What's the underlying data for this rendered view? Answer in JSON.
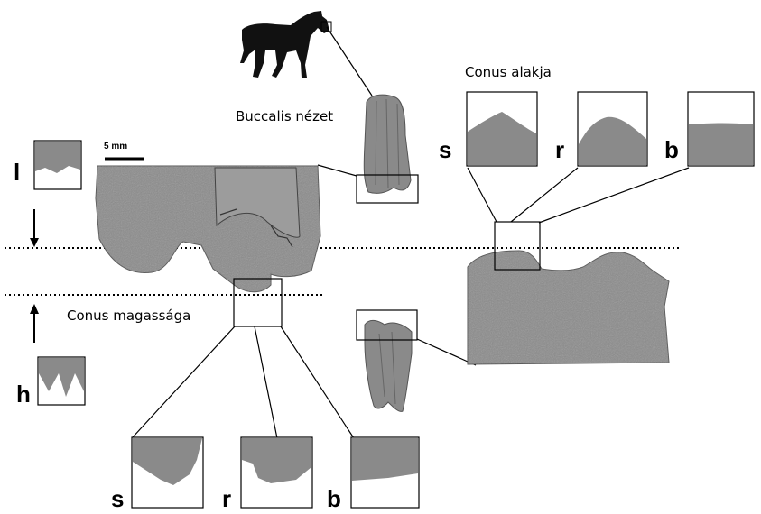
{
  "labels": {
    "buccal_view": "Buccalis nézet",
    "cone_shape": "Conus alakja",
    "cone_height": "Conus magassága",
    "scale": "5 mm"
  },
  "letters": {
    "top_s": "s",
    "top_r": "r",
    "top_b": "b",
    "bottom_s": "s",
    "bottom_r": "r",
    "bottom_b": "b",
    "low": "l",
    "high": "h"
  },
  "colors": {
    "tooth": "#7a7a7a",
    "tooth_light": "#9a9a9a",
    "tooth_dark": "#555555",
    "line": "#000000"
  },
  "icons": {
    "horse": "horse-silhouette-icon",
    "arrow_down": "arrow-down-icon",
    "arrow_up": "arrow-up-icon"
  }
}
